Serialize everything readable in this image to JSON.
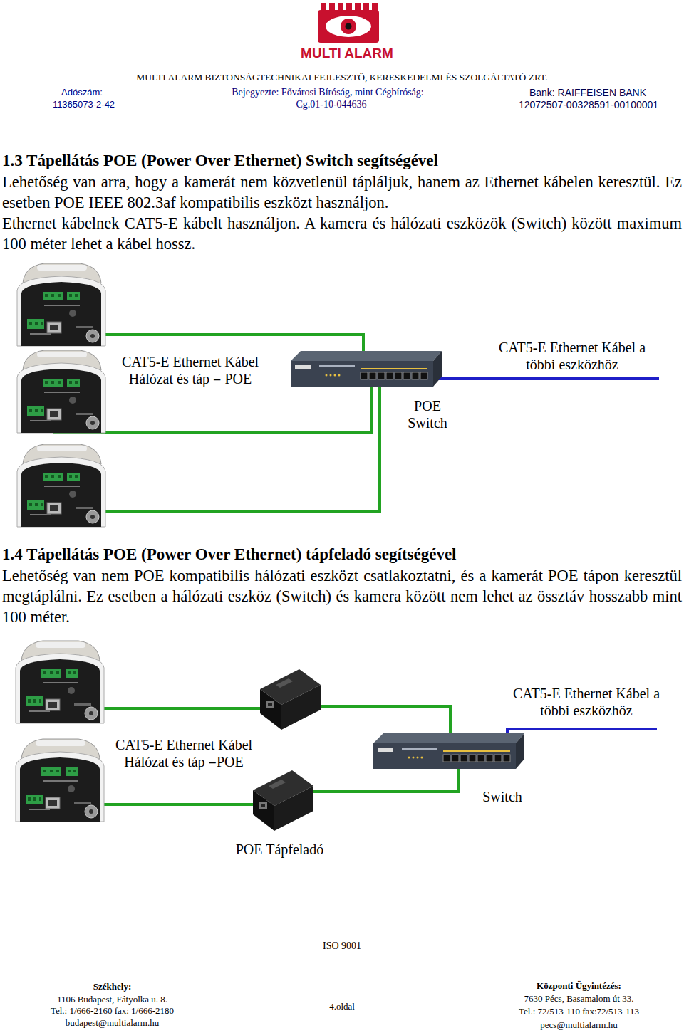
{
  "diagram": {
    "labels": [
      "MULTI ALARM",
      "MULTI ALARM BIZTONSÁGTECHNIKAI FEJLESZTŐ, KERESKEDELMI ÉS SZOLGÁLTATÓ ZRT.",
      "Adószám:",
      "11365073-2-42",
      "Bejegyezte: Fővárosi Bíróság, mint Cégbíróság:",
      "Cg.01-10-044636",
      "Bank: RAIFFEISEN BANK",
      "12072507-00328591-00100001",
      "1.3 Tápellátás POE (Power Over Ethernet) Switch segítségével",
      "Lehetőség van arra, hogy a kamerát nem közvetlenül tápláljuk, hanem az Ethernet kábelen keresztül. Ez esetben POE IEEE 802.3af kompatibilis eszközt használjon.",
      "Ethernet kábelnek CAT5-E kábelt használjon. A kamera és hálózati eszközök (Switch) között maximum 100 méter lehet a kábel hossz.",
      "CAT5-E Ethernet Kábel Hálózat és táp = POE",
      "CAT5-E Ethernet Kábel a többi eszközhöz",
      "POE Switch",
      "1.4 Tápellátás POE (Power Over Ethernet) tápfeladó segítségével",
      "Lehetőség van nem POE kompatibilis hálózati eszközt csatlakoztatni, és a kamerát POE tápon keresztül megtáplálni. Ez esetben a hálózati eszköz (Switch) és kamera között nem lehet az össztáv hosszabb mint 100 méter.",
      "CAT5-E Ethernet Kábel a többi eszközhöz",
      "CAT5-E Ethernet Kábel Hálózat és táp =POE",
      "Switch",
      "POE Tápfeladó",
      "ISO 9001",
      "Székhely:",
      "1106 Budapest, Fátyolka u. 8.",
      "Tel.: 1/666-2160 fax: 1/666-2180",
      "budapest@multialarm.hu",
      "4.oldal",
      "Központi Ügyintézés:",
      "7630 Pécs, Basamalom út 33.",
      "Tel.: 72/513-110 fax:72/513-113",
      "pecs@multialarm.hu"
    ]
  }
}
